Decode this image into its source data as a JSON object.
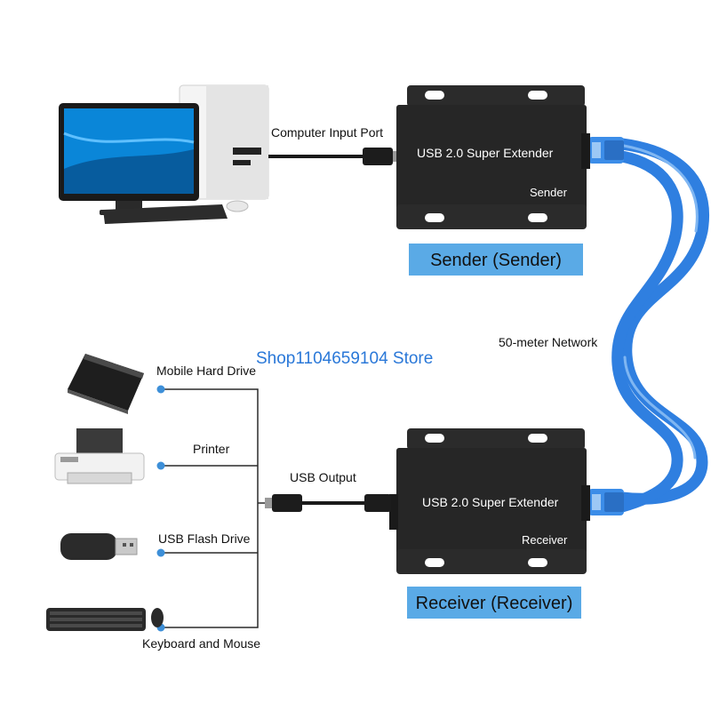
{
  "labels": {
    "computer_input_port": "Computer Input Port",
    "network": "50-meter Network",
    "usb_output": "USB Output",
    "mobile_hard_drive": "Mobile Hard Drive",
    "printer": "Printer",
    "usb_flash_drive": "USB Flash Drive",
    "keyboard_mouse": "Keyboard and Mouse"
  },
  "sender": {
    "device_title": "USB 2.0  Super Extender",
    "device_role": "Sender",
    "badge": "Sender (Sender)"
  },
  "receiver": {
    "device_title": "USB 2.0  Super Extender",
    "device_role": "Receiver",
    "badge": "Receiver (Receiver)"
  },
  "watermark": "Shop1104659104 Store",
  "colors": {
    "badge_bg": "#5aaae6",
    "cable_blue": "#2f7fe0",
    "device_body": "#2b2b2b",
    "connector_dot": "#3d8fd8"
  }
}
